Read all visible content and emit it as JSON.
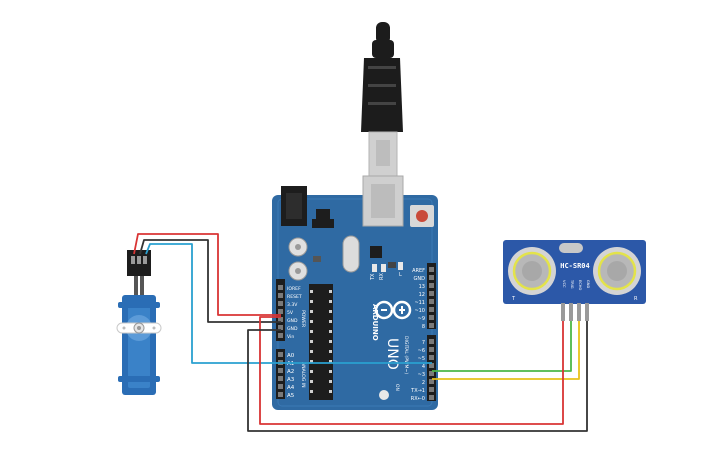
{
  "board": {
    "brand": "ARDUINO",
    "model": "UNO",
    "on_label": "ON",
    "tx_label": "TX",
    "rx_label": "RX",
    "l_label": "L",
    "power_label": "POWER",
    "analog_label": "ANALOG IN",
    "digital_label": "DIGITAL (PWM~)",
    "power_pins": [
      "IOREF",
      "RESET",
      "3.3V",
      "5V",
      "GND",
      "GND",
      "Vin"
    ],
    "analog_pins": [
      "A0",
      "A1",
      "A2",
      "A3",
      "A4",
      "A5"
    ],
    "digital_top_pins": [
      "AREF",
      "GND",
      "13",
      "12",
      "~11",
      "~10",
      "~9",
      "8"
    ],
    "digital_bottom_pins": [
      "7",
      "~6",
      "~5",
      "4",
      "~3",
      "2",
      "TX→1",
      "RX←0"
    ]
  },
  "sensor": {
    "name": "HC-SR04",
    "left_mark": "T",
    "right_mark": "R",
    "pin_labels": [
      "VCC",
      "TRIG",
      "ECHO",
      "GND"
    ]
  },
  "colors": {
    "board_blue": "#2f6aa3",
    "board_dark": "#1f4f80",
    "sensor_blue": "#2c58a8",
    "servo_blue": "#2a6db5",
    "wire_red": "#d93434",
    "wire_black": "#333333",
    "wire_cyan": "#2aa0d0",
    "wire_green": "#4cb848",
    "wire_yellow": "#e8c21a",
    "usb_dark": "#1c1c1c",
    "usb_silver": "#d0d0d0"
  }
}
